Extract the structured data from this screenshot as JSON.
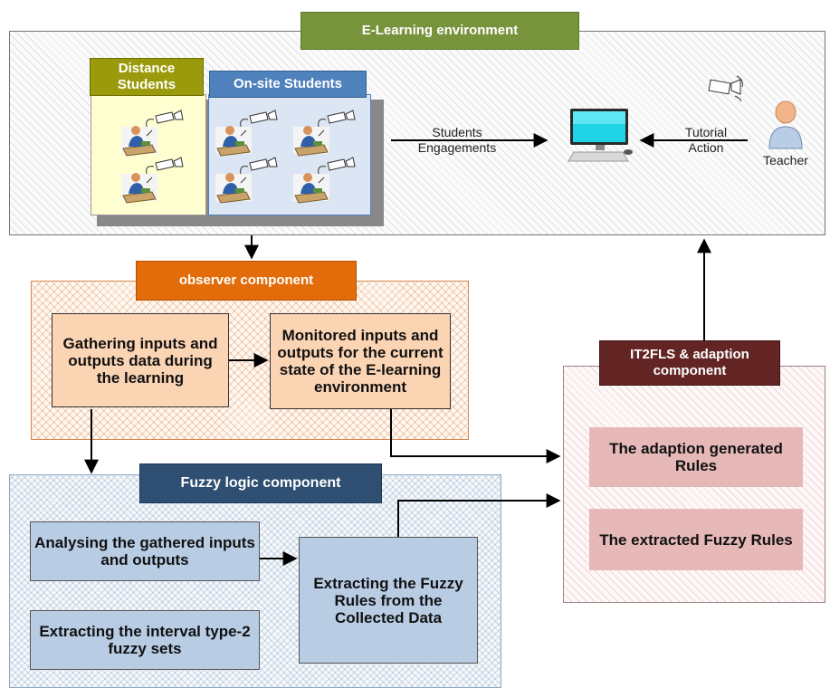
{
  "title": "E-Learning environment",
  "students": {
    "distance": "Distance Students",
    "onsite": "On-site Students"
  },
  "flow": {
    "engagements_line1": "Students",
    "engagements_line2": "Engagements",
    "tutorial_line1": "Tutorial",
    "tutorial_line2": "Action",
    "teacher": "Teacher"
  },
  "observer": {
    "title": "observer component",
    "gathering": "Gathering  inputs and outputs data during the learning",
    "monitored": "Monitored inputs and outputs for the current state of the E-learning environment"
  },
  "fuzzy": {
    "title": "Fuzzy logic component",
    "analysing": "Analysing the gathered inputs and outputs",
    "interval": "Extracting the interval type-2 fuzzy sets",
    "extracting": "Extracting the Fuzzy Rules from the Collected Data"
  },
  "it2fls": {
    "title": "IT2FLS & adaption component",
    "adaption_rules": "The adaption generated Rules",
    "extracted_rules": "The extracted Fuzzy Rules"
  },
  "colors": {
    "green": "#77933c",
    "orange": "#e36c0a",
    "navy": "#2f4f72",
    "maroon": "#632523",
    "onsite_blue": "#4f81bd",
    "peach": "#fbd4b4",
    "steel": "#b8cce4",
    "rose": "#e6b9b8"
  },
  "icons": {
    "student": "student-at-desk-icon",
    "camera": "camera-icon",
    "computer": "computer-monitor-icon",
    "teacher": "teacher-person-icon"
  }
}
